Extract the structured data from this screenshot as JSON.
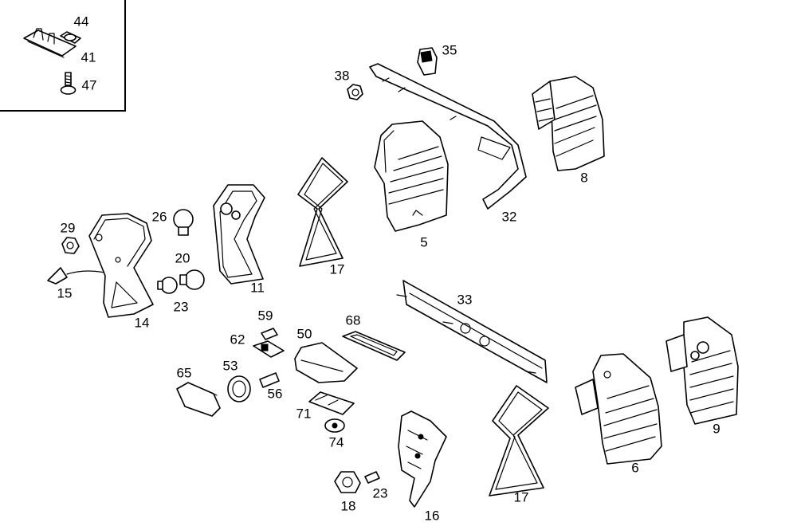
{
  "labels": {
    "p44": "44",
    "p41": "41",
    "p47": "47",
    "p35": "35",
    "p38": "38",
    "p8": "8",
    "p32": "32",
    "p5": "5",
    "p26": "26",
    "p29": "29",
    "p20": "20",
    "p11": "11",
    "p17a": "17",
    "p15": "15",
    "p23a": "23",
    "p14": "14",
    "p33": "33",
    "p59": "59",
    "p68": "68",
    "p62": "62",
    "p50": "50",
    "p53": "53",
    "p65": "65",
    "p56": "56",
    "p71": "71",
    "p74": "74",
    "p9": "9",
    "p6": "6",
    "p17b": "17",
    "p16": "16",
    "p23b": "23",
    "p18": "18"
  }
}
